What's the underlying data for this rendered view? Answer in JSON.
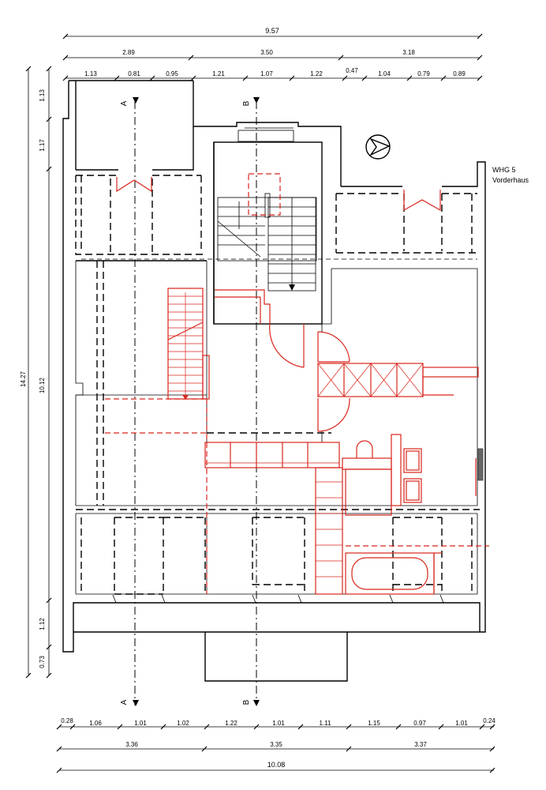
{
  "plan": {
    "unit_label": "WHG 5",
    "unit_sublabel": "Vorderhaus",
    "section_a": "A",
    "section_b": "B"
  },
  "dimensions": {
    "top_total": "9.57",
    "top_mid": [
      "2.89",
      "3.50",
      "3.18"
    ],
    "top_detail": [
      "1.13",
      "0.81",
      "0.95",
      "1.21",
      "1.07",
      "1.22",
      "0.47",
      "1.04",
      "0.79",
      "0.89"
    ],
    "bottom_detail": [
      "0.28",
      "1.06",
      "1.01",
      "1.02",
      "1.22",
      "1.01",
      "1.11",
      "1.15",
      "0.97",
      "1.01",
      "0.24"
    ],
    "bottom_mid": [
      "3.36",
      "3.35",
      "3.37"
    ],
    "bottom_total": "10.08",
    "left_total": "14.27",
    "left_mid": "10.12",
    "left_detail": [
      "1.13",
      "1.17",
      "1.12",
      "0.73"
    ]
  }
}
